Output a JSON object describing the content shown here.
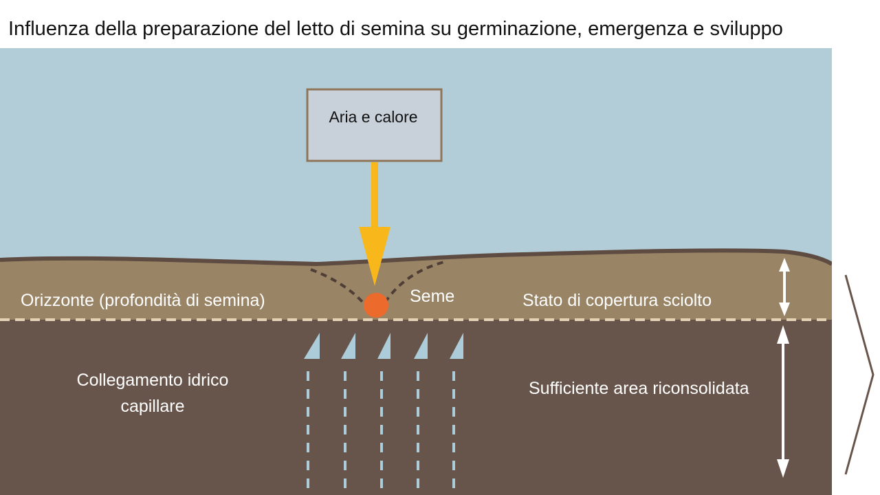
{
  "title": "Influenza della preparazione del letto di semina su germinazione, emergenza e sviluppo",
  "labels": {
    "air_heat": "Aria e calore",
    "horizon": "Orizzonte (profondità di semina)",
    "seed": "Seme",
    "loose_cover": "Stato di copertura sciolto",
    "capillary_line1": "Collegamento idrico",
    "capillary_line2": "capillare",
    "reconsolidated": "Sufficiente area riconsolidata"
  },
  "colors": {
    "sky": "#B3CDD8",
    "topsoil": "#998465",
    "subsoil": "#67544A",
    "surface_line": "#5E4C42",
    "box_fill": "#C8D0DA",
    "box_border": "#8E7558",
    "arrow_air": "#F8B71B",
    "seed": "#EC6B2C",
    "water_arrows": "#ADCCD9",
    "dashed_boundary": "#E4D2B4"
  }
}
